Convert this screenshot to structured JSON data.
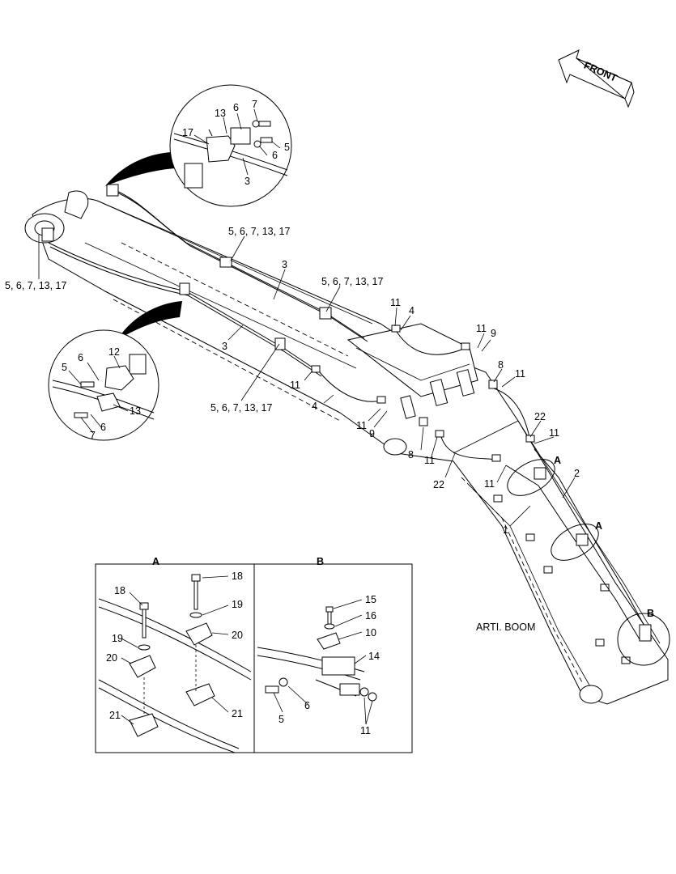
{
  "front_arrow": {
    "label": "FRONT"
  },
  "boom_label": "ARTI. BOOM",
  "detail_a": {
    "title": "A"
  },
  "detail_b": {
    "title": "B"
  },
  "callouts": {
    "c_a1": "A",
    "c_a2": "A",
    "c_b": "B",
    "c_5671317_a": "5, 6, 7, 13, 17",
    "c_5671317_b": "5, 6, 7, 13, 17",
    "c_5671317_c": "5, 6, 7, 13, 17",
    "c_5671317_d": "5, 6, 7, 13, 17",
    "c_3_a": "3",
    "c_3_b": "3",
    "c_11_a": "11",
    "c_11_b": "11",
    "c_11_c": "11",
    "c_11_d": "11",
    "c_11_e": "11",
    "c_11_f": "11",
    "c_11_g": "11",
    "c_11_h": "11",
    "c_4_a": "4",
    "c_4_b": "4",
    "c_9_a": "9",
    "c_9_b": "9",
    "c_8_a": "8",
    "c_8_b": "8",
    "c_22_a": "22",
    "c_22_b": "22",
    "c_1": "1",
    "c_2": "2",
    "ci1_13": "13",
    "ci1_6a": "6",
    "ci1_7": "7",
    "ci1_17": "17",
    "ci1_6b": "6",
    "ci1_5": "5",
    "ci1_3": "3",
    "ci2_12": "12",
    "ci2_6a": "6",
    "ci2_5": "5",
    "ci2_13": "13",
    "ci2_6b": "6",
    "ci2_7": "7",
    "da_18a": "18",
    "da_19a": "19",
    "da_20a": "20",
    "da_18b": "18",
    "da_19b": "19",
    "da_20b": "20",
    "da_21a": "21",
    "da_21b": "21",
    "db_15": "15",
    "db_16": "16",
    "db_10": "10",
    "db_14": "14",
    "db_5": "5",
    "db_6": "6",
    "db_11": "11"
  }
}
